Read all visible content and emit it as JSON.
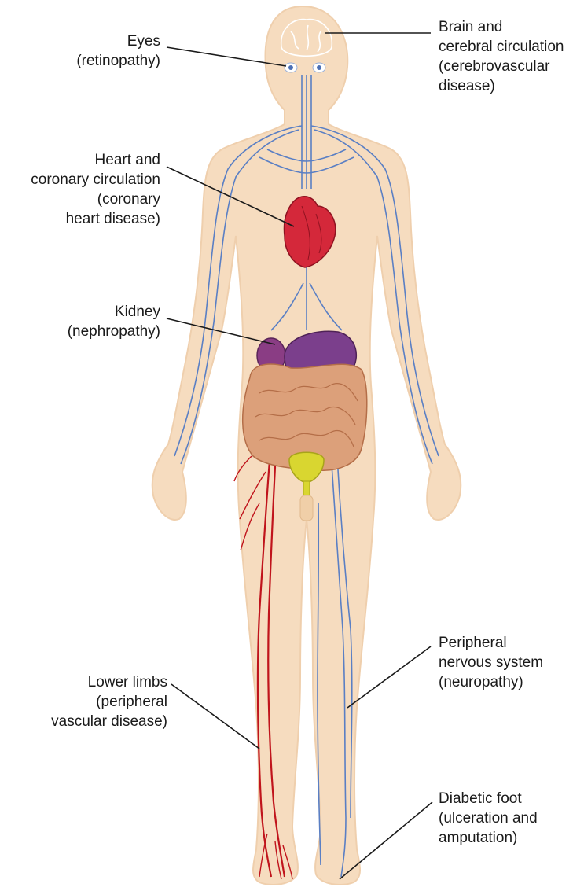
{
  "labels": {
    "eyes": {
      "line1": "Eyes",
      "line2": "(retinopathy)"
    },
    "brain": {
      "line1": "Brain and",
      "line2": "cerebral circulation",
      "line3": "(cerebrovascular",
      "line4": "disease)"
    },
    "heart": {
      "line1": "Heart and",
      "line2": "coronary circulation",
      "line3": "(coronary",
      "line4": "heart disease)"
    },
    "kidney": {
      "line1": "Kidney",
      "line2": "(nephropathy)"
    },
    "lower_limbs": {
      "line1": "Lower limbs",
      "line2": "(peripheral",
      "line3": "vascular disease)"
    },
    "peripheral": {
      "line1": "Peripheral",
      "line2": "nervous system",
      "line3": "(neuropathy)"
    },
    "foot": {
      "line1": "Diabetic foot",
      "line2": "(ulceration and",
      "line3": "amputation)"
    }
  },
  "colors": {
    "skin": "#f6dcbf",
    "skin_edge": "#efcfad",
    "vessel_blue": "#5a7fc4",
    "artery_red": "#c0141c",
    "heart": "#d4283a",
    "kidney": "#7b3f8c",
    "intestine": "#dca07a",
    "bladder": "#d9d630",
    "leader": "#1a1a1a"
  }
}
